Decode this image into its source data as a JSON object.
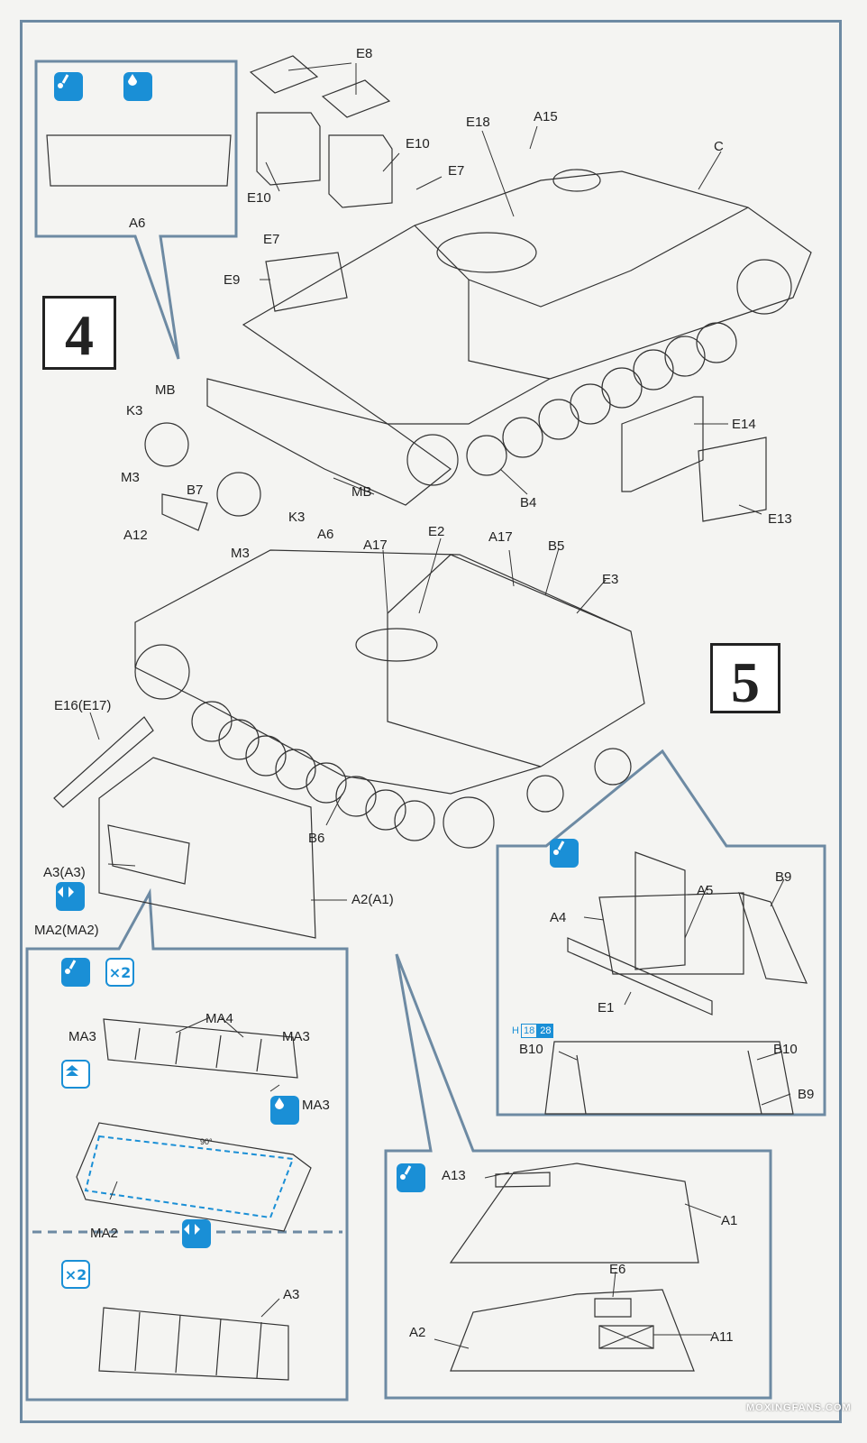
{
  "steps": {
    "s4": "4",
    "s5": "5"
  },
  "labels": {
    "E8": "E8",
    "E10a": "E10",
    "E10b": "E10",
    "E18": "E18",
    "A15": "A15",
    "C": "C",
    "E7a": "E7",
    "E7b": "E7",
    "E9": "E9",
    "A6top": "A6",
    "E14": "E14",
    "E13": "E13",
    "MBa": "MB",
    "K3a": "K3",
    "M3a": "M3",
    "B7": "B7",
    "MBb": "MB",
    "A12": "A12",
    "K3b": "K3",
    "M3b": "M3",
    "A6b": "A6",
    "B4": "B4",
    "A17a": "A17",
    "E2": "E2",
    "A17b": "A17",
    "B5": "B5",
    "E3": "E3",
    "E16": "E16(E17)",
    "B6": "B6",
    "A3A3": "A3(A3)",
    "A2A1": "A2(A1)",
    "MA2MA2": "MA2(MA2)",
    "MA4": "MA4",
    "MA3a": "MA3",
    "MA3b": "MA3",
    "MA3c": "MA3",
    "MA2": "MA2",
    "A3": "A3",
    "deg90": "90°",
    "A5": "A5",
    "B9a": "B9",
    "A4": "A4",
    "E1": "E1",
    "B10a": "B10",
    "B10b": "B10",
    "B9b": "B9",
    "A13": "A13",
    "A1": "A1",
    "E6": "E6",
    "A2": "A2",
    "A11": "A11"
  },
  "icons": {
    "cement": "cement-icon",
    "x2": "×2",
    "x2b": "×2",
    "flip": "flip-icon",
    "paint": "paint-drop-icon",
    "optional": "optional-icon"
  },
  "hbadge": {
    "h": "H",
    "n1": "18",
    "n2": "28"
  },
  "watermark": "MOXINGFANS.COM",
  "colors": {
    "accent": "#1a8fd6",
    "frame": "#6d8aa3"
  }
}
